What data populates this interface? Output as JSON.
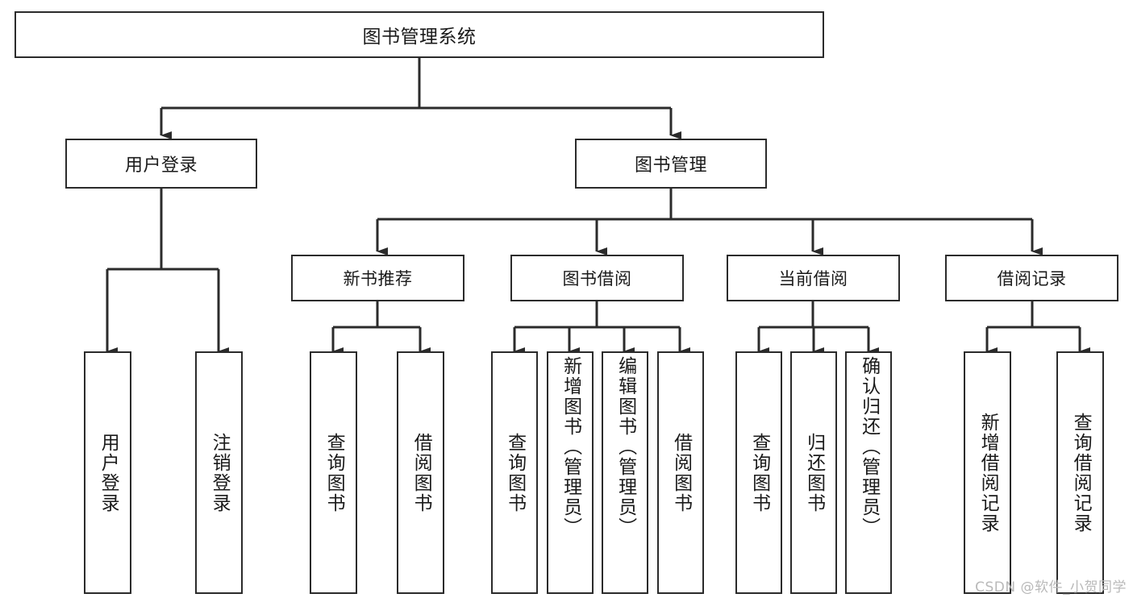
{
  "diagram": {
    "title": "图书管理系统",
    "type": "hierarchy-tree",
    "root": {
      "id": "root",
      "label": "图书管理系统"
    },
    "level2": [
      {
        "id": "user-login",
        "label": "用户登录"
      },
      {
        "id": "book-manage",
        "label": "图书管理"
      }
    ],
    "level3": [
      {
        "id": "new-book-rec",
        "label": "新书推荐",
        "parent": "book-manage"
      },
      {
        "id": "book-borrow",
        "label": "图书借阅",
        "parent": "book-manage"
      },
      {
        "id": "current-borrow",
        "label": "当前借阅",
        "parent": "book-manage"
      },
      {
        "id": "borrow-record",
        "label": "借阅记录",
        "parent": "book-manage"
      }
    ],
    "leaves": [
      {
        "id": "leaf-user-login",
        "label": "用户登录",
        "parent": "user-login"
      },
      {
        "id": "leaf-user-logout",
        "label": "注销登录",
        "parent": "user-login"
      },
      {
        "id": "leaf-query-book-1",
        "label": "查询图书",
        "parent": "new-book-rec"
      },
      {
        "id": "leaf-borrow-book-1",
        "label": "借阅图书",
        "parent": "new-book-rec"
      },
      {
        "id": "leaf-query-book-2",
        "label": "查询图书",
        "parent": "book-borrow"
      },
      {
        "id": "leaf-add-book",
        "label": "新增图书（管理员）",
        "parent": "book-borrow"
      },
      {
        "id": "leaf-edit-book",
        "label": "编辑图书（管理员）",
        "parent": "book-borrow"
      },
      {
        "id": "leaf-borrow-book-2",
        "label": "借阅图书",
        "parent": "book-borrow"
      },
      {
        "id": "leaf-query-book-3",
        "label": "查询图书",
        "parent": "current-borrow"
      },
      {
        "id": "leaf-return-book",
        "label": "归还图书",
        "parent": "current-borrow"
      },
      {
        "id": "leaf-confirm-return",
        "label": "确认归还（管理员）",
        "parent": "current-borrow"
      },
      {
        "id": "leaf-add-record",
        "label": "新增借阅记录",
        "parent": "borrow-record"
      },
      {
        "id": "leaf-query-record",
        "label": "查询借阅记录",
        "parent": "borrow-record"
      }
    ],
    "colors": {
      "border": "#2b2b2b",
      "text": "#1a1a1a",
      "background": "#ffffff",
      "edge": "#2b2b2b",
      "watermark": "#b9b9b9"
    }
  },
  "watermark": {
    "text": "CSDN @软件_小贺同学"
  }
}
